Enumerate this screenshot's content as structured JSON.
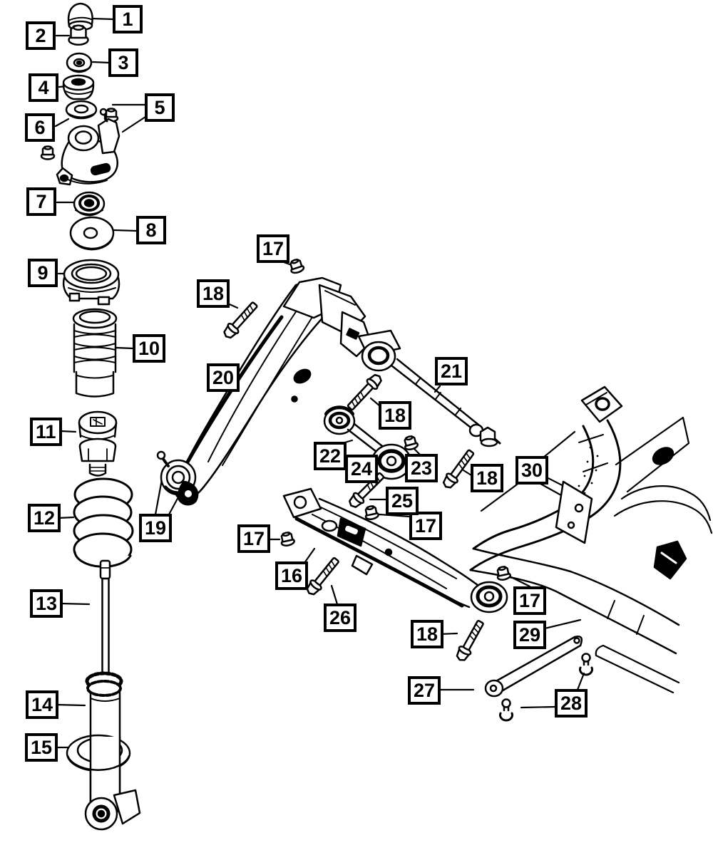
{
  "diagram": {
    "type": "exploded-parts-diagram",
    "colors": {
      "background": "#ffffff",
      "line": "#000000",
      "callout_border": "#000000"
    },
    "callouts": {
      "c1": {
        "label": "1"
      },
      "c2": {
        "label": "2"
      },
      "c3": {
        "label": "3"
      },
      "c4": {
        "label": "4"
      },
      "c5": {
        "label": "5"
      },
      "c6": {
        "label": "6"
      },
      "c7": {
        "label": "7"
      },
      "c8": {
        "label": "8"
      },
      "c9": {
        "label": "9"
      },
      "c10": {
        "label": "10"
      },
      "c11": {
        "label": "11"
      },
      "c12": {
        "label": "12"
      },
      "c13": {
        "label": "13"
      },
      "c14": {
        "label": "14"
      },
      "c15": {
        "label": "15"
      },
      "c16": {
        "label": "16"
      },
      "c17a": {
        "label": "17"
      },
      "c17b": {
        "label": "17"
      },
      "c17c": {
        "label": "17"
      },
      "c17d": {
        "label": "17"
      },
      "c18a": {
        "label": "18"
      },
      "c18b": {
        "label": "18"
      },
      "c18c": {
        "label": "18"
      },
      "c18d": {
        "label": "18"
      },
      "c19": {
        "label": "19"
      },
      "c20": {
        "label": "20"
      },
      "c21": {
        "label": "21"
      },
      "c22": {
        "label": "22"
      },
      "c23": {
        "label": "23"
      },
      "c24": {
        "label": "24"
      },
      "c25": {
        "label": "25"
      },
      "c26": {
        "label": "26"
      },
      "c27": {
        "label": "27"
      },
      "c28": {
        "label": "28"
      },
      "c29": {
        "label": "29"
      },
      "c30": {
        "label": "30"
      }
    }
  }
}
